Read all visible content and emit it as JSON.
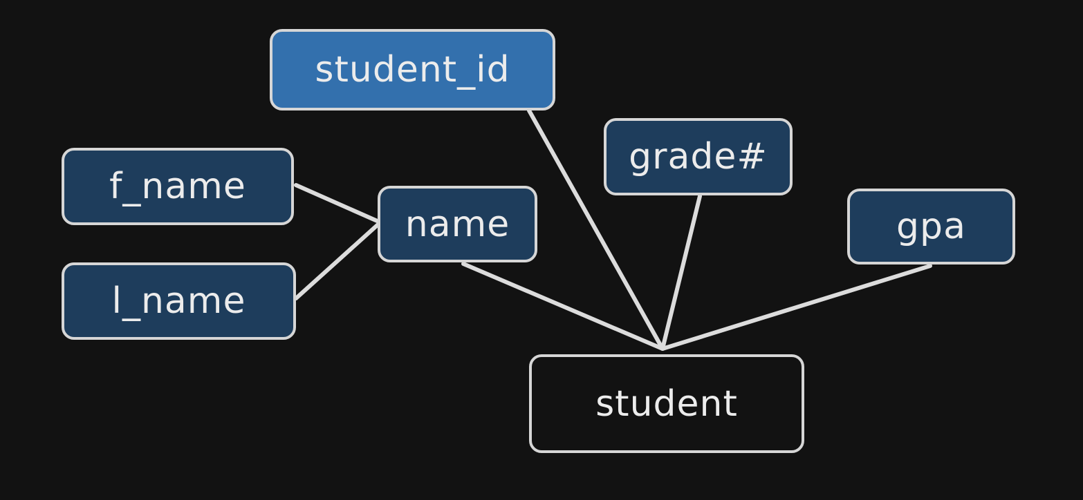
{
  "diagram": {
    "entity": {
      "label": "student"
    },
    "key_attribute": {
      "label": "student_id"
    },
    "attributes": {
      "grade": "grade#",
      "gpa": "gpa",
      "name": "name",
      "f_name": "f_name",
      "l_name": "l_name"
    },
    "colors": {
      "background": "#121212",
      "attribute_fill": "#1e3d5c",
      "key_fill": "#3370ad",
      "stroke": "#d6d6d6"
    }
  }
}
